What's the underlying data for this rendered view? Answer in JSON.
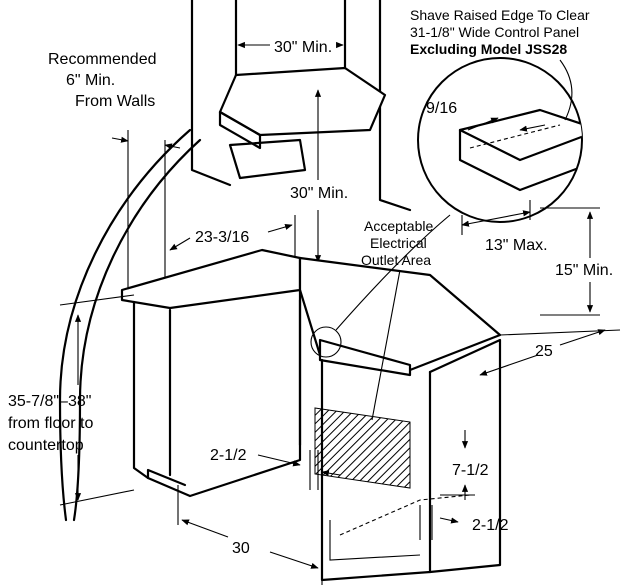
{
  "labels": {
    "shave_line1": "Shave Raised Edge To Clear",
    "shave_line2": "31-1/8\" Wide Control Panel",
    "shave_line3": "Excluding Model JSS28",
    "recommended_line1": "Recommended",
    "recommended_line2": "6\" Min.",
    "recommended_line3": "From Walls",
    "hood_width": "30\" Min.",
    "nine_sixteenths": "9/16",
    "hood_clearance": "30\" Min.",
    "cabinet_depth": "23-3/16",
    "outlet_line1": "Acceptable",
    "outlet_line2": "Electrical",
    "outlet_line3": "Outlet Area",
    "thirteen_max": "13\" Max.",
    "fifteen_min": "15\" Min.",
    "range_depth": "25",
    "floor_line1": "35-7/8\"–38\"",
    "floor_line2": "from floor to",
    "floor_line3": "countertop",
    "left_two_half": "2-1/2",
    "seven_half": "7-1/2",
    "right_two_half": "2-1/2",
    "opening_width": "30"
  }
}
